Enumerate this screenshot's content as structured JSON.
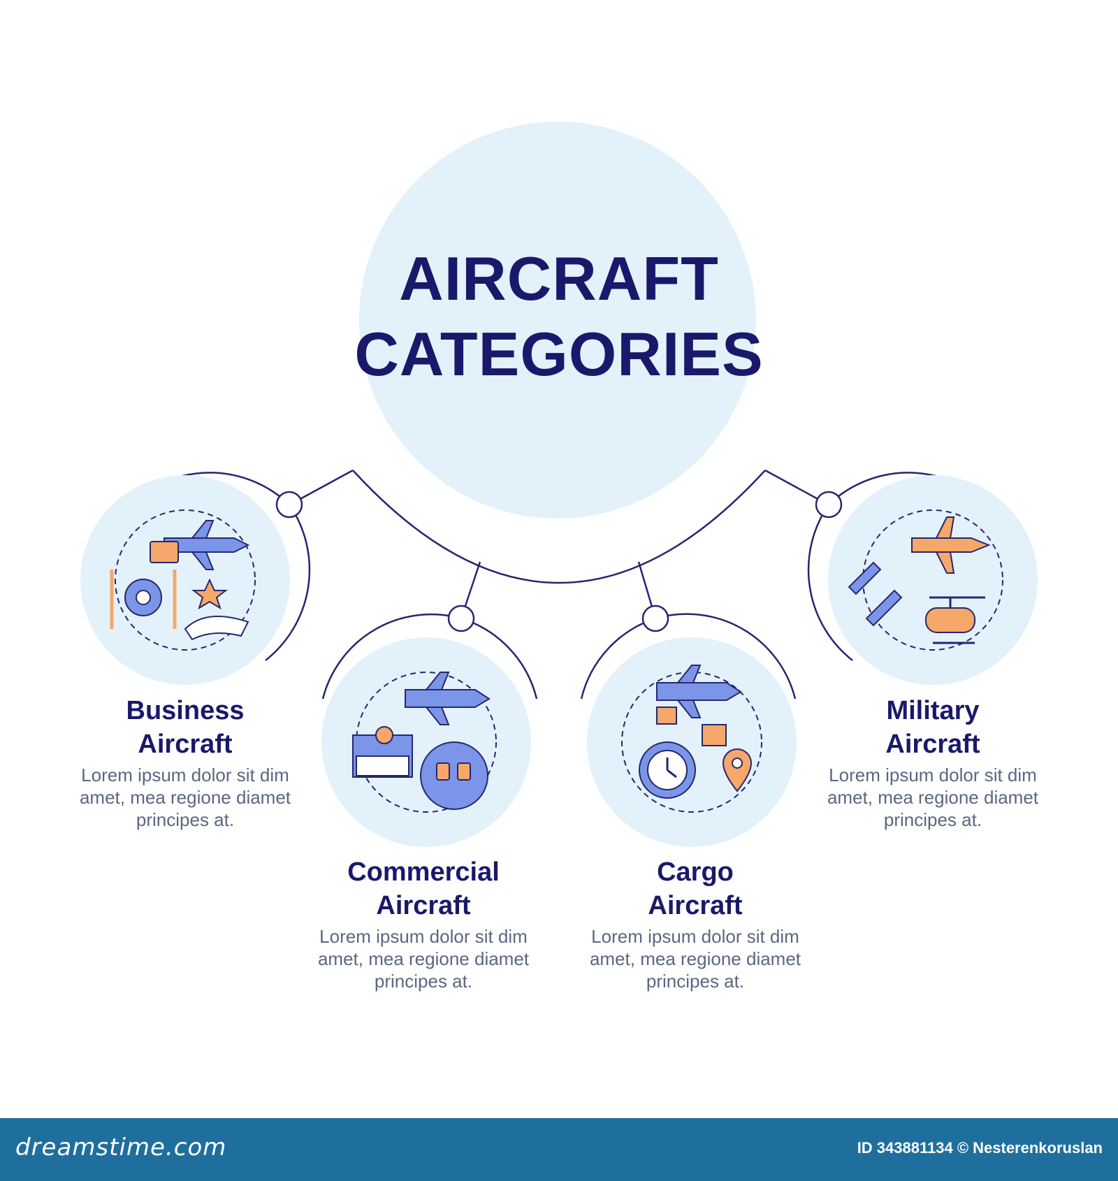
{
  "title_line1": "AIRCRAFT",
  "title_line2": "CATEGORIES",
  "categories": [
    {
      "name_line1": "Business",
      "name_line2": "Aircraft",
      "desc_line1": "Lorem ipsum dolor sit dim",
      "desc_line2": "amet, mea regione diamet",
      "desc_line3": "principes at."
    },
    {
      "name_line1": "Commercial",
      "name_line2": "Aircraft",
      "desc_line1": "Lorem ipsum dolor sit dim",
      "desc_line2": "amet, mea regione diamet",
      "desc_line3": "principes at."
    },
    {
      "name_line1": "Cargo",
      "name_line2": "Aircraft",
      "desc_line1": "Lorem ipsum dolor sit dim",
      "desc_line2": "amet, mea regione diamet",
      "desc_line3": "principes at."
    },
    {
      "name_line1": "Military",
      "name_line2": "Aircraft",
      "desc_line1": "Lorem ipsum dolor sit dim",
      "desc_line2": "amet, mea regione diamet",
      "desc_line3": "principes at."
    }
  ],
  "icons": [
    "business-aircraft-icon",
    "commercial-aircraft-icon",
    "cargo-aircraft-icon",
    "military-aircraft-icon"
  ],
  "footer": {
    "brand": "dreamstime.com",
    "credit": "ID 343881134 © Nesterenkoruslan"
  },
  "colors": {
    "title": "#19196b",
    "line": "#26266e",
    "circle_fill": "#e3f1fb",
    "icon_blue": "#7b95e8",
    "icon_orange": "#f6a76a",
    "footer_bg": "#1f6f9e"
  }
}
